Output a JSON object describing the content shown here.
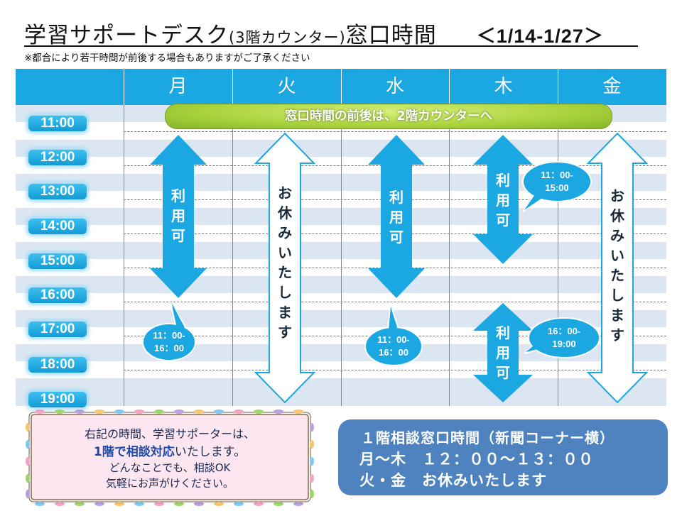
{
  "title": {
    "main": "学習サポートデスク",
    "location": "(3階カウンター)",
    "suffix": "窓口時間",
    "date_range": "＜1/14-1/27＞"
  },
  "note": "※都合により若干時間が前後する場合もありますがご了承ください",
  "days": [
    "月",
    "火",
    "水",
    "木",
    "金"
  ],
  "times": [
    "11:00",
    "12:00",
    "13:00",
    "14:00",
    "15:00",
    "16:00",
    "17:00",
    "18:00",
    "19:00"
  ],
  "banner": "窓口時間の前後は、2階カウンターへ",
  "schedule": {
    "mon": {
      "label_lines": [
        "利",
        "用",
        "可"
      ],
      "bubble": [
        "11：00-",
        "16：00"
      ]
    },
    "tue": {
      "label_lines": [
        "お",
        "休",
        "み",
        "い",
        "た",
        "し",
        "ま",
        "す"
      ]
    },
    "wed": {
      "label_lines": [
        "利",
        "用",
        "可"
      ],
      "bubble": [
        "11：00-",
        "16：00"
      ]
    },
    "thu_am": {
      "label_lines": [
        "利",
        "用",
        "可"
      ],
      "bubble": [
        "11：00-",
        "15:00"
      ]
    },
    "thu_pm": {
      "label_lines": [
        "利",
        "用",
        "可"
      ],
      "bubble": [
        "16：00-",
        "19:00"
      ]
    },
    "fri": {
      "label_lines": [
        "お",
        "休",
        "み",
        "い",
        "た",
        "し",
        "ま",
        "す"
      ]
    }
  },
  "pink_box": {
    "line1": "右記の時間、学習サポーターは、",
    "line2_bold": "1階で相談対応",
    "line2_rest": "いたします。",
    "line3": "どんなことでも、相談OK",
    "line4": "気軽にお声がけください。"
  },
  "blue_box": {
    "line1": "１階相談窓口時間（新聞コーナー横）",
    "line2": "月～木　１２：００～１３：００",
    "line3": "火・金　お休みいたします"
  },
  "colors": {
    "header_blue": "#1ba7e2",
    "arrow_blue": "#1ba7e2",
    "band_gray": "#dce6f2",
    "banner_green": "#a8d23c",
    "pink_bg": "#fde6f0",
    "info_blue": "#4e83bf"
  }
}
